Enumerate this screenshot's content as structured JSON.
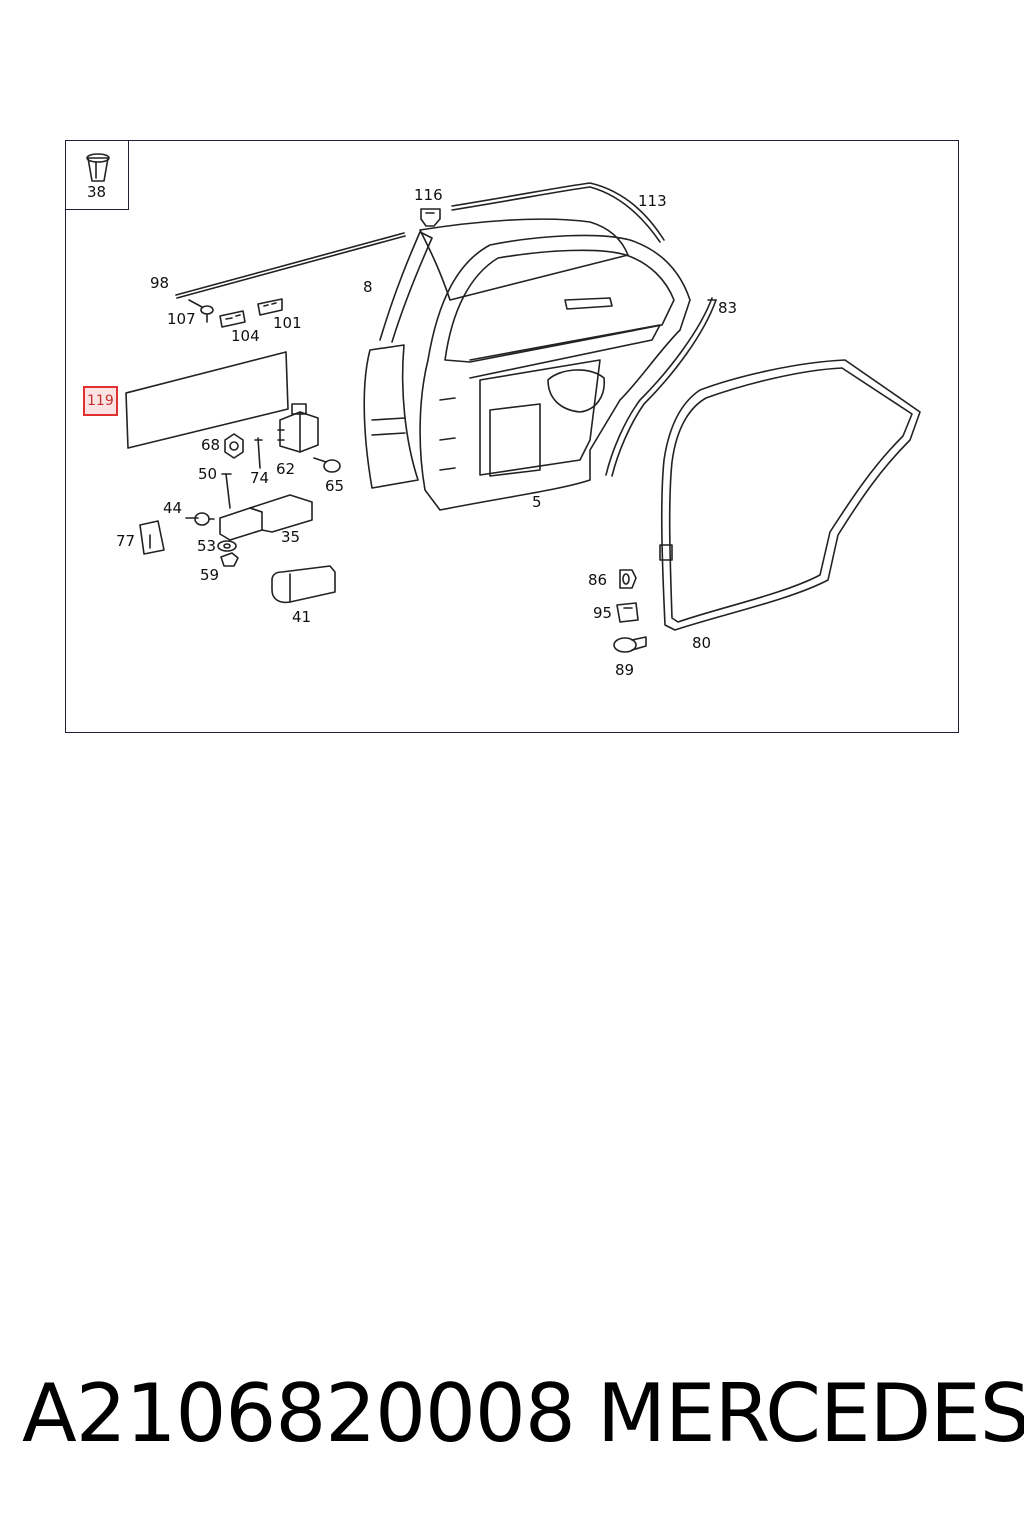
{
  "diagram": {
    "callouts": [
      {
        "id": "38",
        "label": "38"
      },
      {
        "id": "116",
        "label": "116"
      },
      {
        "id": "113",
        "label": "113"
      },
      {
        "id": "98",
        "label": "98"
      },
      {
        "id": "8",
        "label": "8"
      },
      {
        "id": "107",
        "label": "107"
      },
      {
        "id": "101",
        "label": "101"
      },
      {
        "id": "104",
        "label": "104"
      },
      {
        "id": "83",
        "label": "83"
      },
      {
        "id": "119",
        "label": "119",
        "highlighted": true
      },
      {
        "id": "68",
        "label": "68"
      },
      {
        "id": "50",
        "label": "50"
      },
      {
        "id": "74",
        "label": "74"
      },
      {
        "id": "62",
        "label": "62"
      },
      {
        "id": "65",
        "label": "65"
      },
      {
        "id": "5",
        "label": "5"
      },
      {
        "id": "44",
        "label": "44"
      },
      {
        "id": "35",
        "label": "35"
      },
      {
        "id": "77",
        "label": "77"
      },
      {
        "id": "53",
        "label": "53"
      },
      {
        "id": "59",
        "label": "59"
      },
      {
        "id": "41",
        "label": "41"
      },
      {
        "id": "86",
        "label": "86"
      },
      {
        "id": "95",
        "label": "95"
      },
      {
        "id": "80",
        "label": "80"
      },
      {
        "id": "89",
        "label": "89"
      }
    ],
    "highlight_color": "#e03030"
  },
  "footer": {
    "part_number": "A2106820008",
    "brand": "MERCEDES"
  }
}
